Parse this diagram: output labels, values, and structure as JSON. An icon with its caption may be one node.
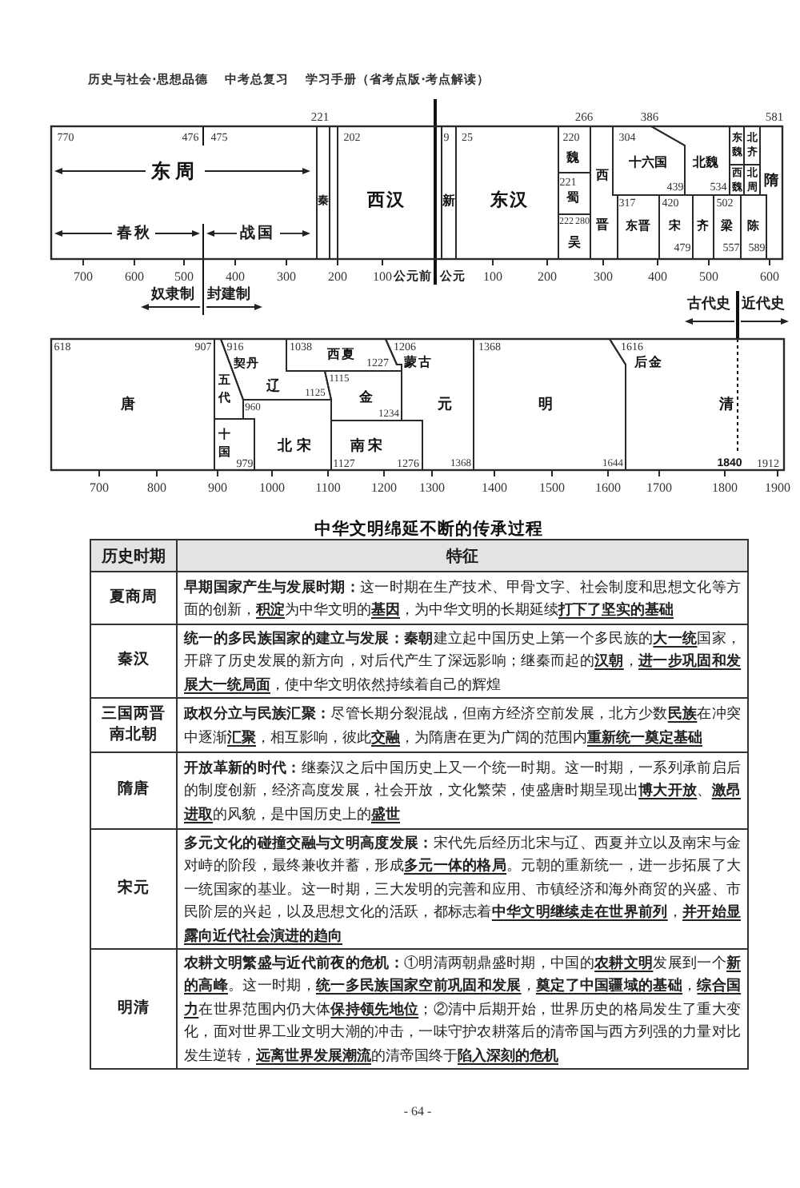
{
  "diagram": {
    "title": "中华文明绵延不断的传承过程",
    "nodes": [
      {
        "text": [
          "东周"
        ]
      },
      {
        "text": [
          "秦"
        ]
      },
      {
        "text": [
          "西汉"
        ]
      },
      {
        "text": [
          "新"
        ]
      },
      {
        "text": [
          "东汉"
        ]
      },
      {
        "text": [
          "魏"
        ]
      },
      {
        "text": [
          "蜀"
        ]
      },
      {
        "text": [
          "吴"
        ]
      },
      {
        "text": [
          "西晋"
        ]
      },
      {
        "text": [
          "十六国"
        ]
      },
      {
        "text": [
          "北魏"
        ]
      },
      {
        "text": [
          "东魏"
        ]
      },
      {
        "text": [
          "北齐"
        ]
      },
      {
        "text": [
          "西魏"
        ]
      },
      {
        "text": [
          "北周"
        ]
      },
      {
        "text": [
          "隋"
        ]
      },
      {
        "text": [
          "东晋"
        ]
      },
      {
        "text": [
          "宋"
        ]
      },
      {
        "text": [
          "齐"
        ]
      },
      {
        "text": [
          "梁"
        ]
      },
      {
        "text": [
          "陈"
        ]
      },
      {
        "text": [
          "唐"
        ]
      },
      {
        "text": [
          "五代"
        ]
      },
      {
        "text": [
          "十国"
        ]
      },
      {
        "text": [
          "契丹",
          "辽"
        ]
      },
      {
        "text": [
          "北宋"
        ]
      },
      {
        "text": [
          "西夏"
        ]
      },
      {
        "text": [
          "金"
        ]
      },
      {
        "text": [
          "蒙古",
          "元"
        ]
      },
      {
        "text": [
          "南宋"
        ]
      },
      {
        "text": [
          "明"
        ]
      },
      {
        "text": [
          "后金",
          "清"
        ]
      }
    ],
    "labels": [
      "历史与社会·思想品德 中考总复习 学习手册（省考点版·考点解读）",
      "221",
      "266",
      "386",
      "581",
      "770",
      "476",
      "475",
      "202",
      "9",
      "25",
      "220",
      "304",
      "221",
      "439",
      "534",
      "317",
      "420",
      "502",
      "222",
      "280",
      "479",
      "557",
      "589",
      "春秋",
      "战国",
      "700",
      "600",
      "500",
      "400",
      "300",
      "200",
      "100",
      "公元前",
      "公元",
      "100",
      "200",
      "300",
      "400",
      "500",
      "600",
      "奴隶制",
      "封建制",
      "古代史",
      "近代史",
      "618",
      "907",
      "916",
      "1038",
      "1206",
      "1368",
      "1616",
      "1227",
      "1115",
      "1125",
      "960",
      "1234",
      "979",
      "1127",
      "1276",
      "1368",
      "1644",
      "1840",
      "1912",
      "700",
      "800",
      "900",
      "1000",
      "1100",
      "1200",
      "1300",
      "1400",
      "1500",
      "1600",
      "1700",
      "1800",
      "1900",
      "历史时期",
      "特征",
      "夏商周",
      "**早期国家产生与发展时期：**这一时期在生产技术、甲骨文字、社会制度和思想文化等方面的创新，**积淀**为中华文明的**基因**，为中华文明的长期延续**打下了坚实的基础**",
      "秦汉",
      "**统一的多民族国家的建立与发展：秦朝**建立起中国历史上第一个多民族的**大一统**国家，开辟了历史发展的新方向，对后代产生了深远影响；继秦而起的**汉朝**，**进一步巩固和发展大一统局面**，使中华文明依然持续着自己的辉煌",
      "三国两晋南北朝",
      "**政权分立与民族汇聚：**尽管长期分裂混战，但南方经济空前发展，北方少数**民族**在冲突中逐渐**汇聚**，相互影响，彼此**交融**，为隋唐在更为广阔的范围内**重新统一奠定基础**",
      "隋唐",
      "**开放革新的时代：**继秦汉之后中国历史上又一个统一时期。这一时期，一系列承前启后的制度创新，经济高度发展，社会开放，文化繁荣，使盛唐时期呈现出**博大开放**、**激昂进取**的风貌，是中国历史上的**盛世**",
      "宋元",
      "**多元文化的碰撞交融与文明高度发展：**宋代先后经历北宋与辽、西夏并立以及南宋与金对峙的阶段，最终兼收并蓄，形成**多元一体的格局**。元朝的重新统一，进一步拓展了大一统国家的基业。这一时期，三大发明的完善和应用、市镇经济和海外商贸的兴盛、市民阶层的兴起，以及思想文化的活跃，都标志着**中华文明继续走在世界前列**，**并开始显露向近代社会演进的趋向**",
      "明清",
      "**农耕文明繁盛与近代前夜的危机：**①明清两朝鼎盛时期，中国的**农耕文明**发展到一个**新的高峰**。这一时期，**统一多民族国家空前巩固和发展**，**奠定了中国疆域的基础**，**综合国力**在世界范围内仍大体**保持领先地位**；②清中后期开始，世界历史的格局发生了重大变化，面对世界工业文明大潮的冲击，一味守护农耕落后的清帝国与西方列强的力量对比发生逆转，**远离世界发展潮流**的清帝国终于**陷入深刻的危机**",
      "- 64 -"
    ]
  }
}
